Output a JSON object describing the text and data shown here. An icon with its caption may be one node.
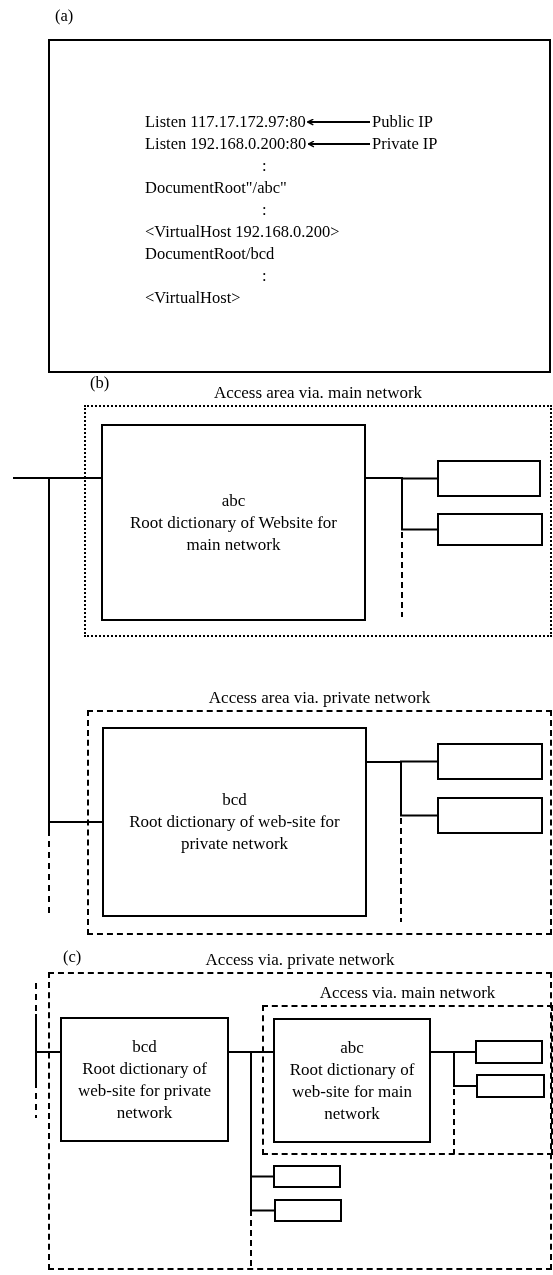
{
  "diagram": {
    "nodes": [
      {
        "text": [],
        "shape": "box"
      },
      {
        "text": [
          "Listen 117.17.172.97:80"
        ],
        "in": 0
      },
      {
        "text": [
          "Public IP"
        ],
        "in": 0
      },
      {
        "text": [
          "Listen 192.168.0.200:80"
        ],
        "in": 0
      },
      {
        "text": [
          "Private IP"
        ],
        "in": 0
      },
      {
        "text": [
          "Access area via. main network"
        ]
      },
      {
        "text": [
          "abc",
          "Root dictionary of Website for main network"
        ],
        "in": 5
      },
      {
        "text": [],
        "shape": "box",
        "in": 5
      },
      {
        "text": [],
        "shape": "box",
        "in": 5
      },
      {
        "text": [
          "Access area via. private network"
        ]
      },
      {
        "text": [
          "bcd",
          "Root dictionary of web-site for private network"
        ],
        "in": 9
      },
      {
        "text": [],
        "shape": "box",
        "in": 9
      },
      {
        "text": [],
        "shape": "box",
        "in": 9
      },
      {
        "text": [
          "Access via. private network"
        ]
      },
      {
        "text": [
          "bcd",
          "Root dictionary of web-site for private network"
        ],
        "in": 13
      },
      {
        "text": [
          "Access via. main network"
        ],
        "in": 13
      },
      {
        "text": [
          "abc",
          "Root dictionary of web-site for main network"
        ],
        "in": 15
      },
      {
        "text": [],
        "shape": "box",
        "in": 15
      },
      {
        "text": [],
        "shape": "box",
        "in": 15
      },
      {
        "text": [],
        "shape": "box",
        "in": 13
      },
      {
        "text": [],
        "shape": "box",
        "in": 13
      }
    ],
    "edges": [
      {
        "from": 2,
        "to": 1,
        "arrow": "to"
      },
      {
        "from": 4,
        "to": 3,
        "arrow": "to"
      },
      {
        "from": null,
        "to": 6,
        "arrow": "none"
      },
      {
        "from": null,
        "to": 10,
        "arrow": "none"
      },
      {
        "from": 6,
        "to": 7,
        "arrow": "none"
      },
      {
        "from": 6,
        "to": 8,
        "arrow": "none"
      },
      {
        "from": 10,
        "to": 11,
        "arrow": "none"
      },
      {
        "from": 10,
        "to": 12,
        "arrow": "none"
      },
      {
        "from": null,
        "to": 14,
        "arrow": "none"
      },
      {
        "from": 14,
        "to": 16,
        "arrow": "none"
      },
      {
        "from": 14,
        "to": 19,
        "arrow": "none"
      },
      {
        "from": 14,
        "to": 20,
        "arrow": "none"
      },
      {
        "from": 16,
        "to": 17,
        "arrow": "none"
      },
      {
        "from": 16,
        "to": 18,
        "arrow": "none"
      },
      {
        "from": 6,
        "to": null,
        "arrow": "none",
        "style": "dashed"
      },
      {
        "from": 10,
        "to": null,
        "arrow": "none",
        "style": "dashed"
      },
      {
        "from": 14,
        "to": null,
        "arrow": "none",
        "style": "dashed"
      },
      {
        "from": 16,
        "to": null,
        "arrow": "none",
        "style": "dashed"
      }
    ],
    "labels": [
      "(a)",
      ":",
      "DocumentRoot\"/abc\"",
      ":",
      "<VirtualHost 192.168.0.200>",
      "DocumentRoot/bcd",
      ":",
      "<VirtualHost>",
      "(b)",
      "(c)"
    ]
  }
}
